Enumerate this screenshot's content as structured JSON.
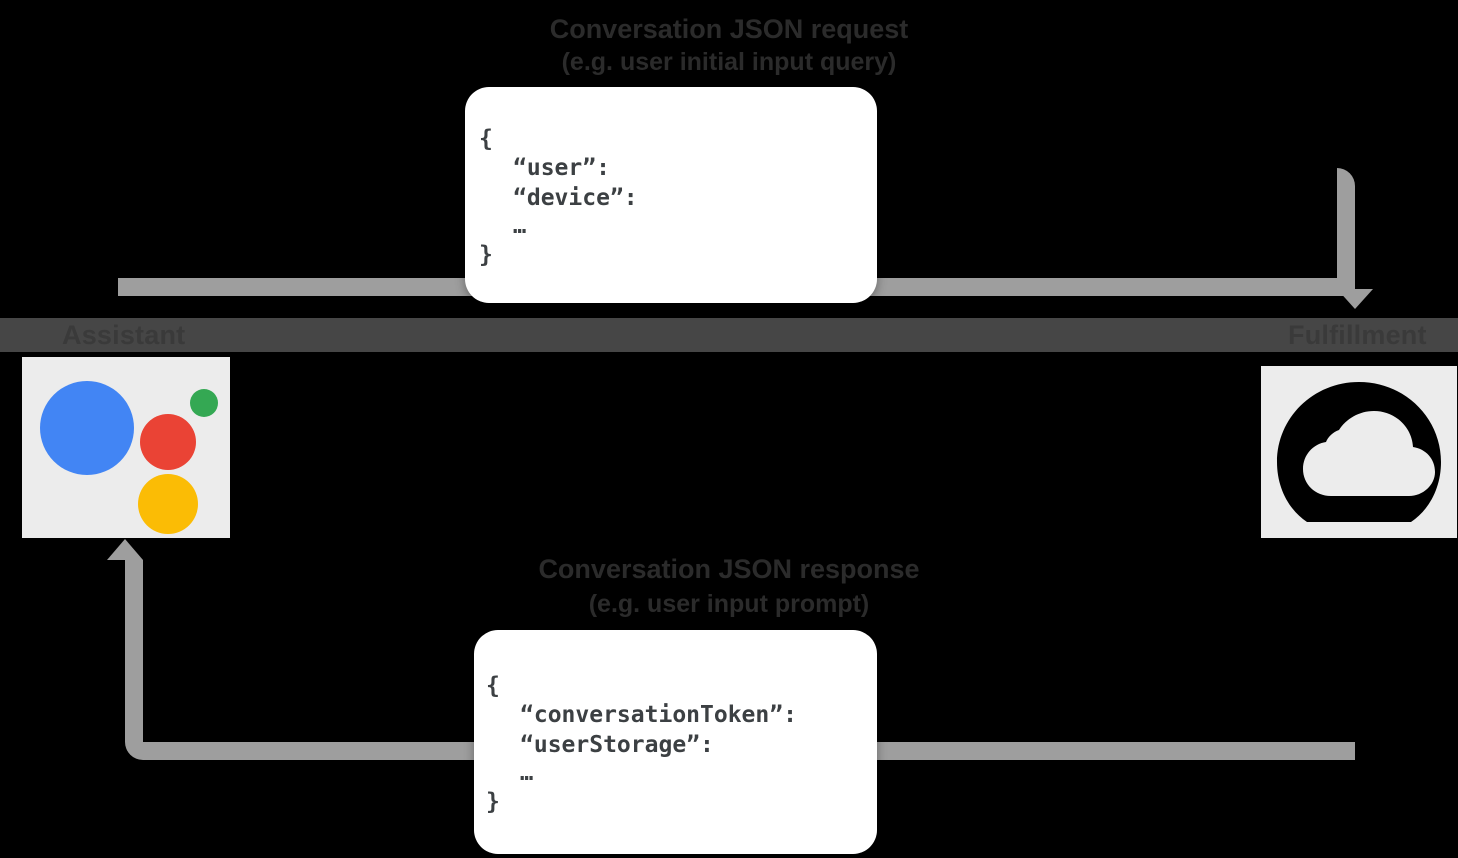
{
  "diagram": {
    "title_top": "Conversation JSON request",
    "subtitle_top": "(e.g. user initial input query)",
    "title_bottom": "Conversation JSON response",
    "subtitle_bottom": "(e.g. user input prompt)",
    "roles": {
      "left": "Assistant",
      "right": "Fulfillment"
    },
    "icons": {
      "left": "google-assistant-icon",
      "right": "cloud-function-icon"
    },
    "flow": {
      "request_direction": "left-to-right",
      "response_direction": "right-to-left"
    },
    "json_request": {
      "open_brace": "{",
      "keys": [
        "“user”:",
        "“device”:"
      ],
      "ellipsis": "…",
      "close_brace": "}"
    },
    "json_response": {
      "open_brace": "{",
      "keys": [
        "“conversationToken”:",
        "“userStorage”:"
      ],
      "ellipsis": "…",
      "close_brace": "}"
    },
    "colors": {
      "background": "#000000",
      "arrow": "#9e9e9e",
      "band": "#464646",
      "tile": "#ececec",
      "card": "#ffffff",
      "assistant_blue": "#4285F4",
      "assistant_red": "#EA4335",
      "assistant_green": "#34A853",
      "assistant_yellow": "#FBBC05"
    }
  }
}
